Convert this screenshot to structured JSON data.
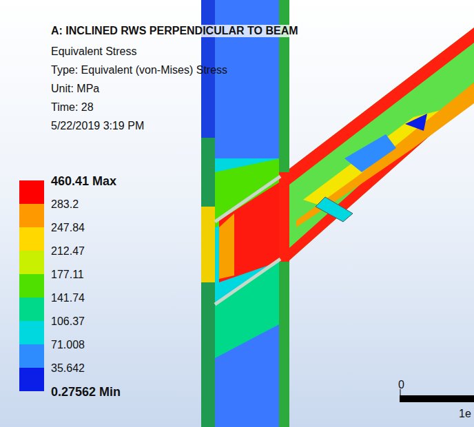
{
  "diagram": {
    "title": "A: INCLINED RWS PERPENDICULAR TO BEAM",
    "labels": [
      "Equivalent Stress",
      "Type: Equivalent (von-Mises) Stress",
      "Unit: MPa",
      "Time: 28",
      "5/22/2019 3:19 PM",
      "0.27562 Min",
      "0",
      "1e"
    ],
    "legend": [
      {
        "text": "460.41 Max",
        "color": "#ff0000"
      },
      {
        "text": "283.2",
        "color": "#ff9900"
      },
      {
        "text": "247.84",
        "color": "#ffd800"
      },
      {
        "text": "212.47",
        "color": "#c8f000"
      },
      {
        "text": "177.11",
        "color": "#4fe000"
      },
      {
        "text": "141.74",
        "color": "#00d98a"
      },
      {
        "text": "106.37",
        "color": "#00d8e0"
      },
      {
        "text": "71.008",
        "color": "#2f8cff"
      },
      {
        "text": "35.642",
        "color": "#0a1ee8"
      }
    ]
  }
}
